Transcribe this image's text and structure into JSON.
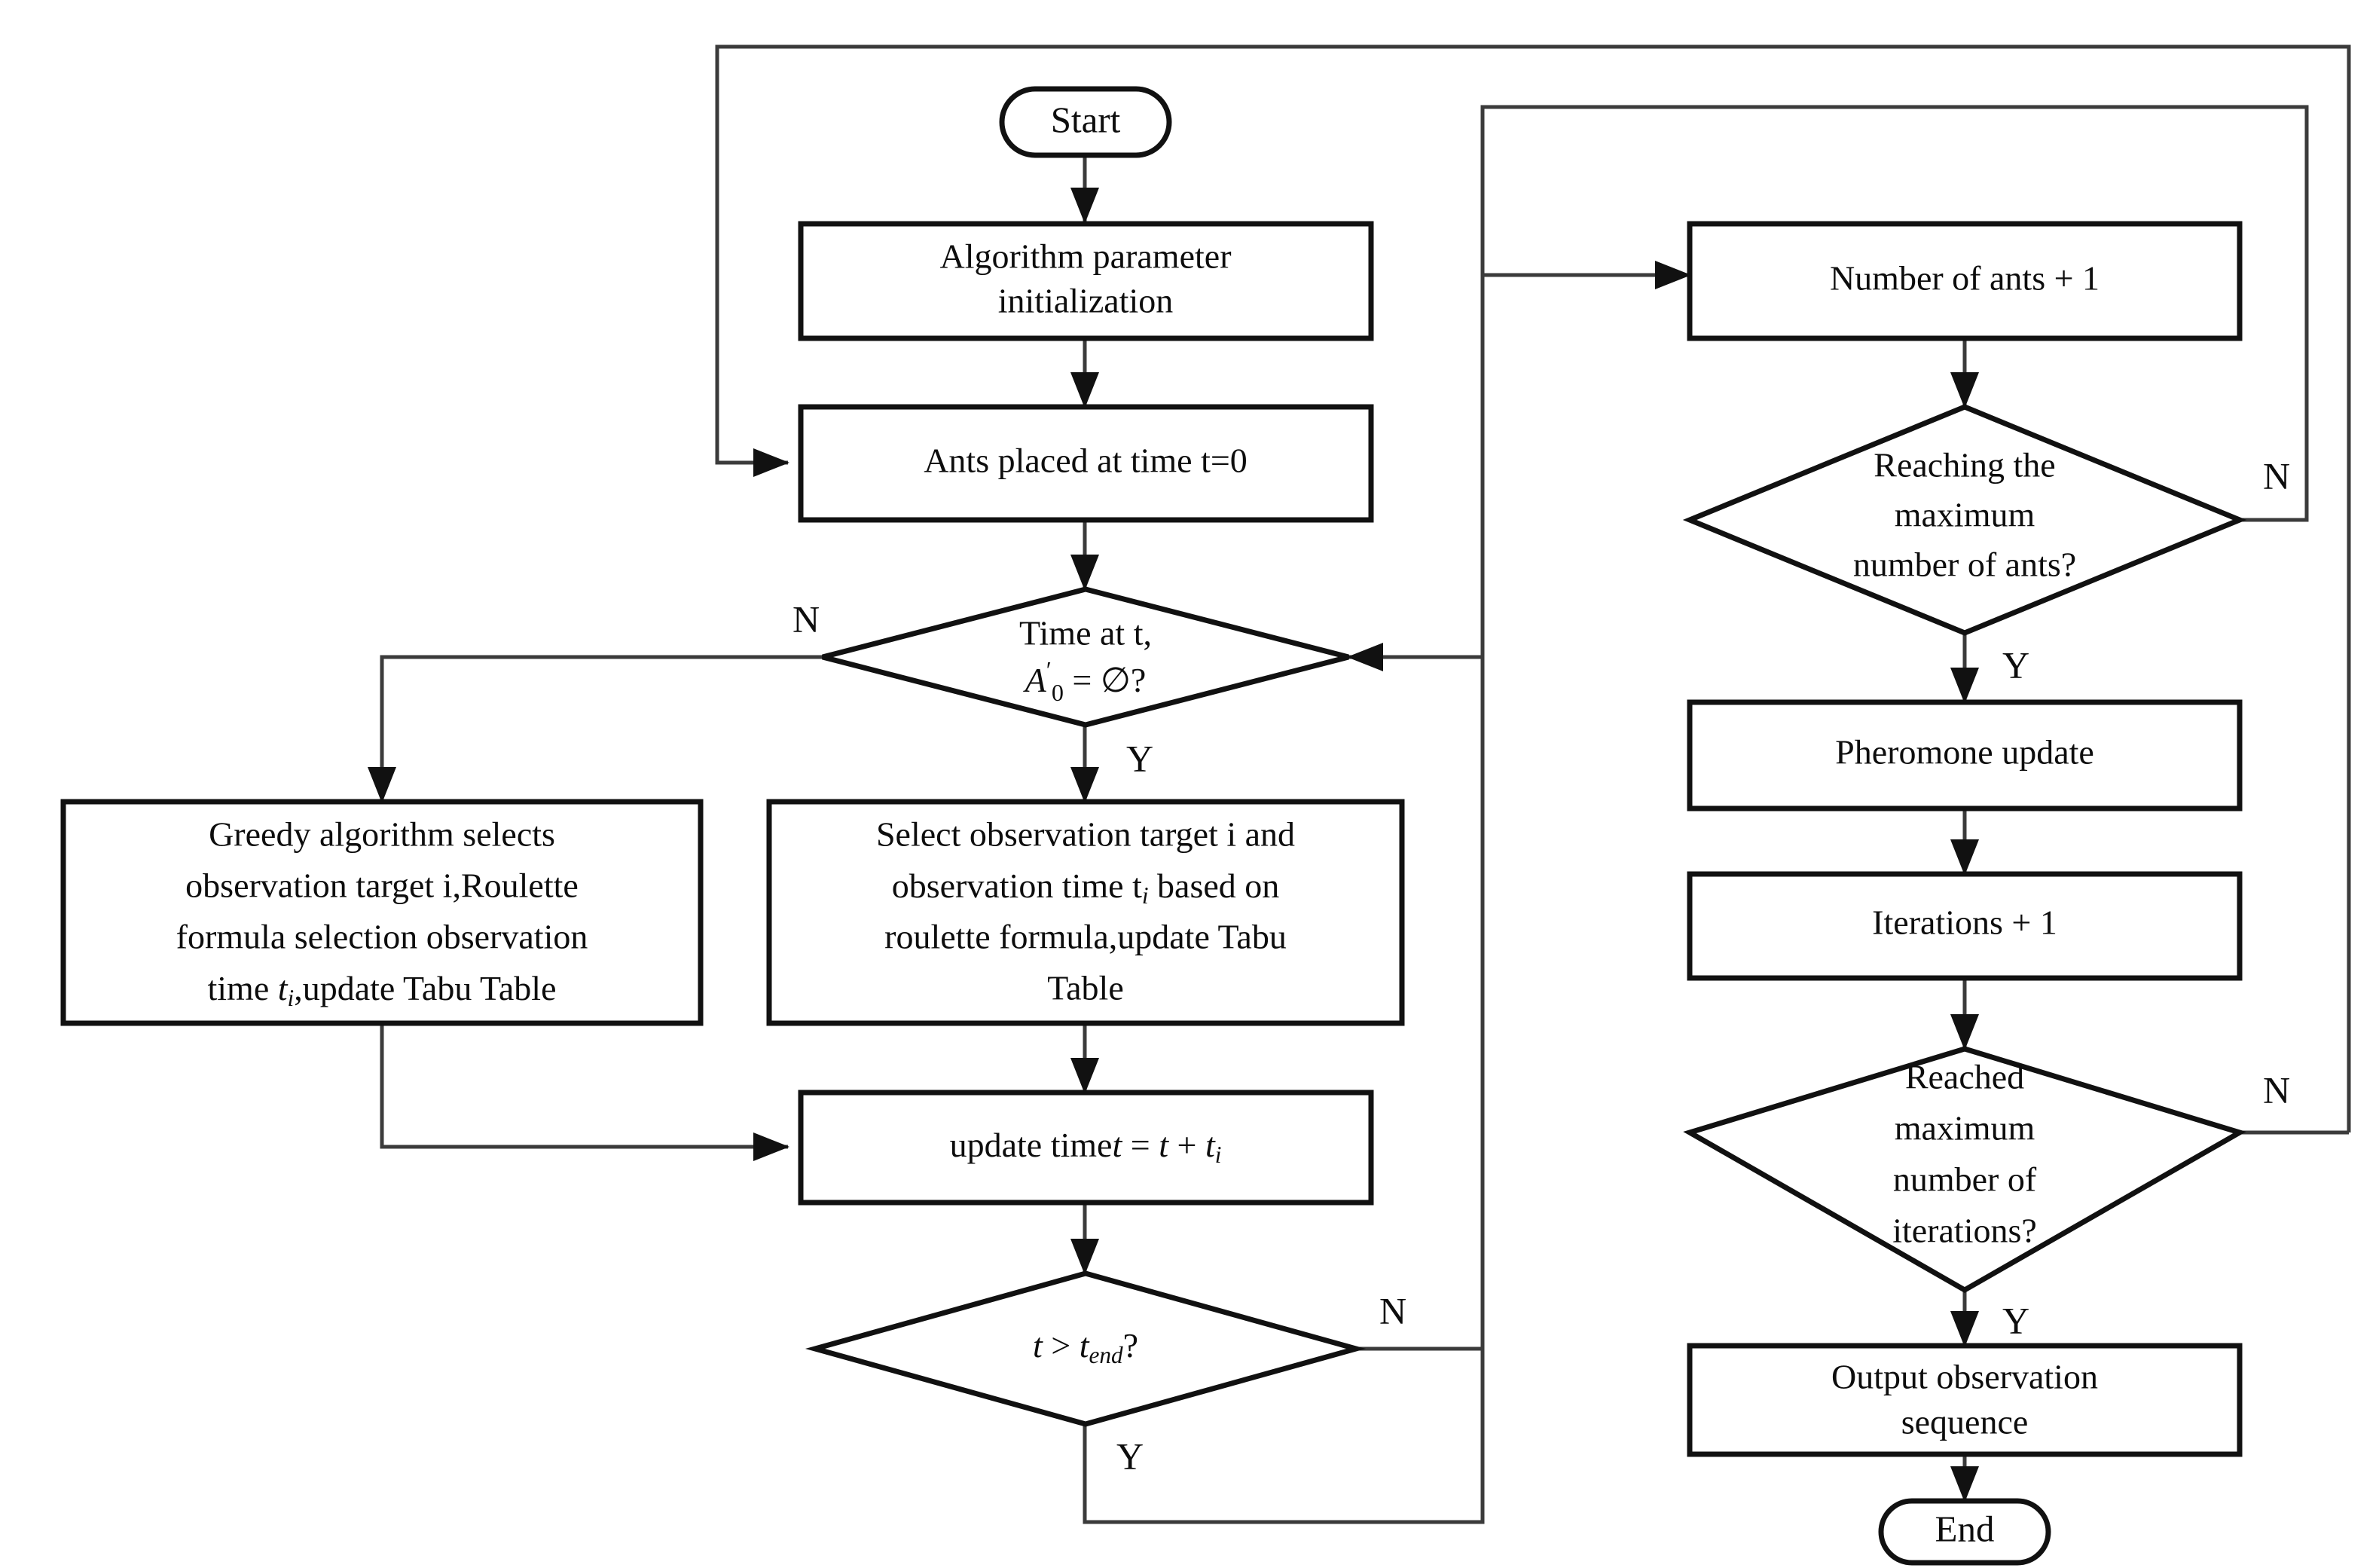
{
  "diagram": {
    "title": "Ant Colony Optimization Observation Scheduling Flowchart",
    "nodes": {
      "start": {
        "label": "Start",
        "type": "terminator"
      },
      "init": {
        "line1": "Algorithm parameter",
        "line2": "initialization",
        "type": "process"
      },
      "ants_placed": {
        "label": "Ants placed at time t=0",
        "type": "process"
      },
      "time_check": {
        "line1": "Time at t,",
        "line2_a": "A",
        "line2_prime": "′",
        "line2_sub": "0",
        "line2_b": " = ∅?",
        "type": "decision"
      },
      "greedy": {
        "line1": "Greedy algorithm selects",
        "line2": "observation target i,Roulette",
        "line3": "formula selection observation",
        "line4_a": "time ",
        "line4_t": "t",
        "line4_sub": "i",
        "line4_b": ",update Tabu Table",
        "type": "process"
      },
      "select_target": {
        "line1": "Select observation target i and",
        "line2_a": "observation time t",
        "line2_sub": "i",
        "line2_b": " based on",
        "line3": "roulette formula,update Tabu",
        "line4": "Table",
        "type": "process"
      },
      "update_time": {
        "prefix": "update time",
        "expr_t1": "t",
        "expr_eq": " = ",
        "expr_t2": "t",
        "expr_plus": " + ",
        "expr_t3": "t",
        "expr_sub": "i",
        "type": "process"
      },
      "t_end_check": {
        "expr_t": "t",
        "expr_gt": " > ",
        "expr_tend": "t",
        "expr_sub": "end",
        "expr_q": "?",
        "type": "decision"
      },
      "num_ants": {
        "label": "Number of ants + 1",
        "type": "process"
      },
      "max_ants_check": {
        "line1": "Reaching the",
        "line2": "maximum",
        "line3": "number of ants?",
        "type": "decision"
      },
      "pheromone": {
        "label": "Pheromone update",
        "type": "process"
      },
      "iterations": {
        "label": "Iterations + 1",
        "type": "process"
      },
      "max_iter_check": {
        "line1": "Reached",
        "line2": "maximum",
        "line3": "number of",
        "line4": "iterations?",
        "type": "decision"
      },
      "output": {
        "line1": "Output observation",
        "line2": "sequence",
        "type": "process"
      },
      "end": {
        "label": "End",
        "type": "terminator"
      }
    },
    "branch_labels": {
      "time_check_no": "N",
      "time_check_yes": "Y",
      "t_end_no": "N",
      "t_end_yes": "Y",
      "max_ants_no": "N",
      "max_ants_yes": "Y",
      "max_iter_no": "N",
      "max_iter_yes": "Y"
    },
    "colors": {
      "node_stroke": "#111111",
      "node_fill": "#ffffff",
      "connector": "#3b3b3b",
      "text": "#0d0d0d",
      "background": "#ffffff"
    }
  }
}
